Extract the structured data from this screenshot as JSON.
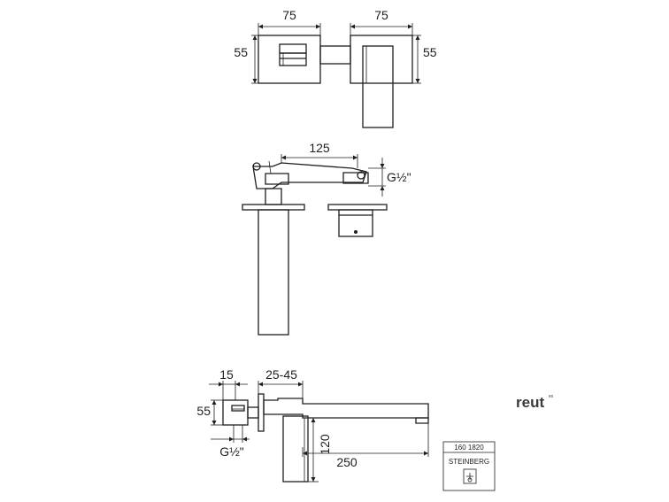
{
  "top_view": {
    "width_left": "75",
    "width_right": "75",
    "height_left": "55",
    "height_right": "55"
  },
  "front_view": {
    "spout_length": "125",
    "thread": "G½\""
  },
  "side_view": {
    "offset": "15",
    "wall_range": "25-45",
    "height": "55",
    "thread": "G½\"",
    "drop": "120",
    "reach": "250"
  },
  "brand": {
    "logo": "reut",
    "logo_mark": "ex"
  },
  "label_box": {
    "code": "160 1820",
    "collection": "STEINBERG"
  },
  "colors": {
    "line": "#1e1e1e",
    "brand": "#3a3a3a"
  }
}
